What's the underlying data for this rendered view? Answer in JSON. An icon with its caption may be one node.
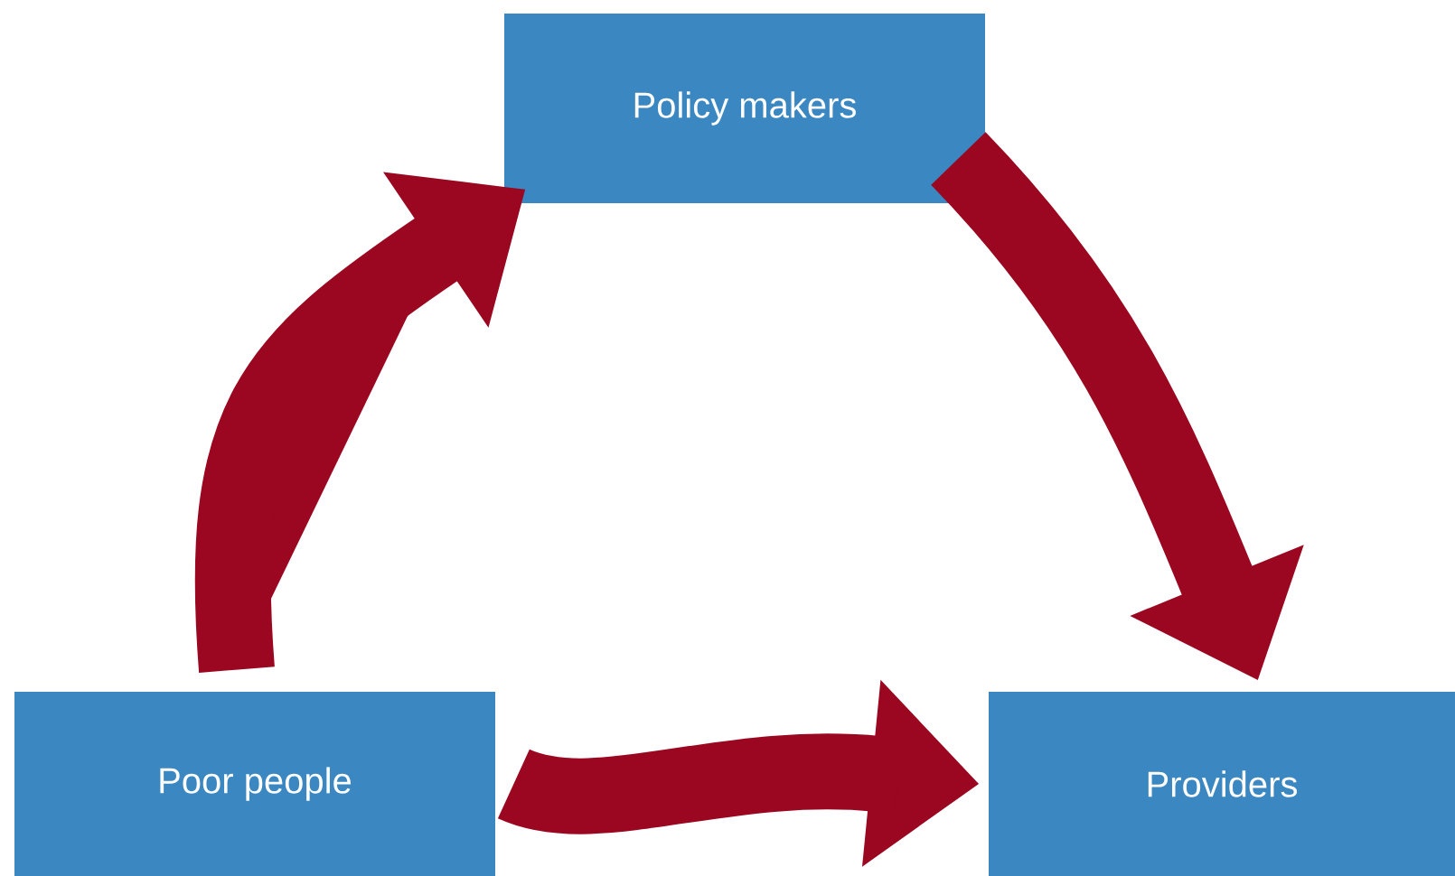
{
  "diagram": {
    "nodes": [
      {
        "text": [
          "Policy makers"
        ]
      },
      {
        "text": [
          "Poor people"
        ]
      },
      {
        "text": [
          "Providers"
        ]
      }
    ],
    "edges": [
      {
        "from": 1,
        "to": 0,
        "arrow": "to"
      },
      {
        "from": 0,
        "to": 2,
        "arrow": "to"
      },
      {
        "from": 1,
        "to": 2,
        "arrow": "to"
      }
    ]
  }
}
